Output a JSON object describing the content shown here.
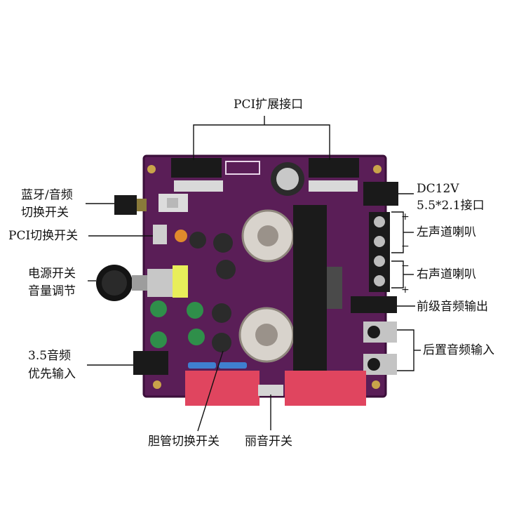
{
  "labels": {
    "pci_expansion": "PCI扩展接口",
    "bluetooth_switch_1": "蓝牙/音频",
    "bluetooth_switch_2": "切换开关",
    "pci_switch": "PCI切换开关",
    "power_volume_1": "电源开关",
    "power_volume_2": "音量调节",
    "input_35_1": "3.5音频",
    "input_35_2": "优先输入",
    "dc_1": "DC12V",
    "dc_2": "5.5*2.1接口",
    "left_speaker": "左声道喇叭",
    "right_speaker": "右声道喇叭",
    "preamp_out": "前级音频输出",
    "rear_input": "后置音频输入",
    "tube_switch": "胆管切换开关",
    "treble_switch": "丽音开关"
  },
  "polarity": {
    "plus": "+",
    "minus": "−"
  },
  "colors": {
    "board": "#5a1e57",
    "board_dark": "#3b0f3a",
    "silkscreen": "#e9d6ea",
    "red_block": "#e0455f",
    "heatsink": "#1b1b1b",
    "terminal": "#1a1a1a",
    "capacitor": "#2b2b2b",
    "green_cap": "#2f8f4a",
    "blue_resistor": "#3f7fd0",
    "tube_glass": "#d8d3cc",
    "gold": "#c9a44a",
    "annotation_line": "#111111"
  }
}
